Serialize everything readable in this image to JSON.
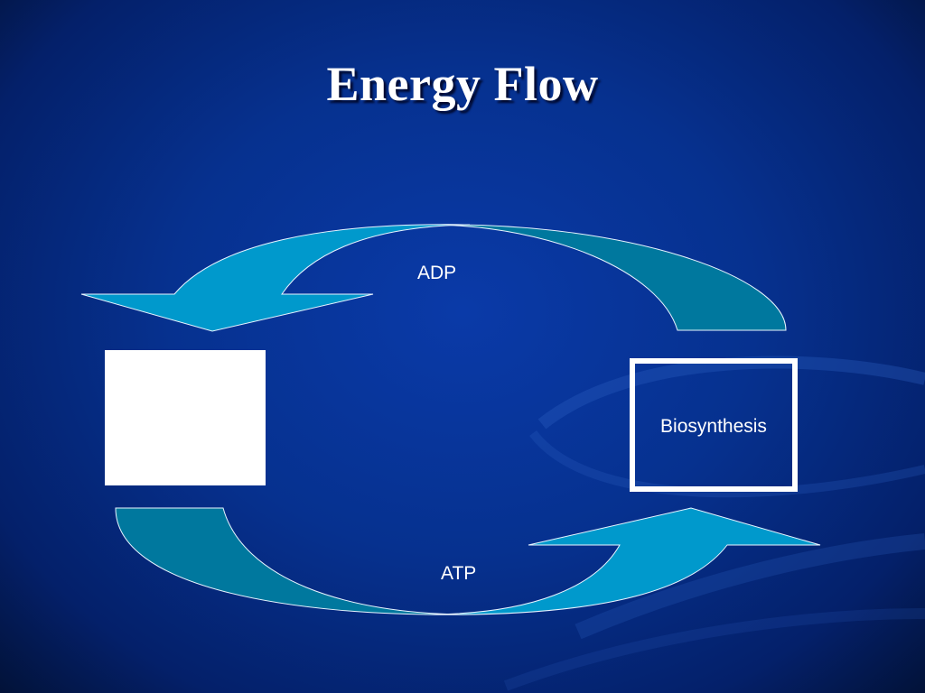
{
  "slide": {
    "title": "Energy Flow"
  },
  "diagram": {
    "top_arrow_label": "ADP",
    "bottom_arrow_label": "ATP",
    "right_box_label": "Biosynthesis",
    "left_box_label": ""
  },
  "colors": {
    "background": "#06318f",
    "arrow_light": "#0099cc",
    "arrow_dark": "#00789e",
    "box": "#ffffff",
    "text": "#ffffff"
  }
}
